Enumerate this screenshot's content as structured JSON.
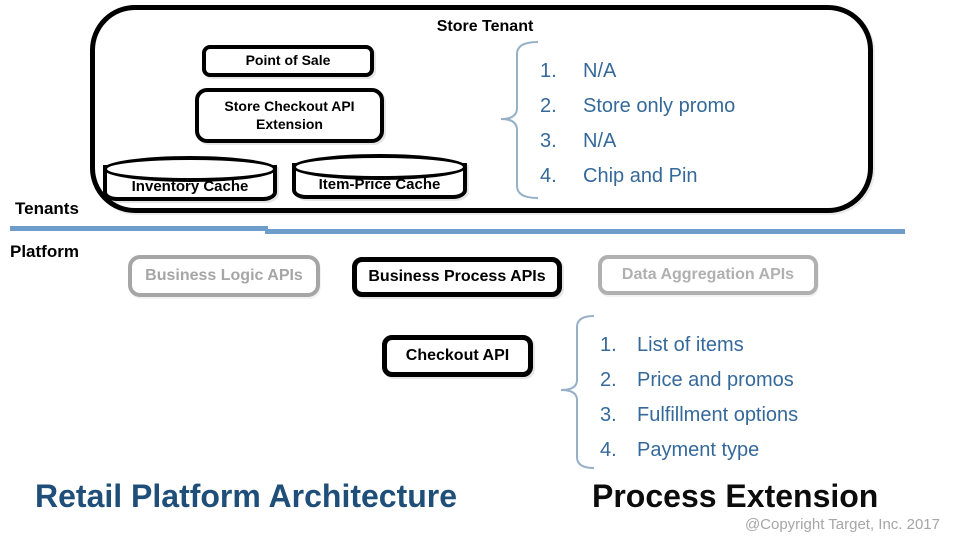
{
  "colors": {
    "accent_blue": "#6E9DCB",
    "list_blue": "#35699A",
    "title_blue": "#1F4E79",
    "gray": "#A6A6A6",
    "light_gray": "#B0B0B0",
    "brace_blue": "#96B0C7"
  },
  "tenant": {
    "container_label": "Store Tenant",
    "point_of_sale": "Point of Sale",
    "store_checkout_extension": "Store Checkout API Extension",
    "inventory_cache": "Inventory Cache",
    "item_price_cache": "Item-Price Cache"
  },
  "labels": {
    "tenants": "Tenants",
    "platform": "Platform"
  },
  "platform": {
    "business_logic": "Business Logic APIs",
    "business_process": "Business Process APIs",
    "data_aggregation": "Data Aggregation APIs",
    "checkout_api": "Checkout API"
  },
  "top_list": {
    "items": [
      {
        "num": "1.",
        "text": "N/A"
      },
      {
        "num": "2.",
        "text": "Store only promo"
      },
      {
        "num": "3.",
        "text": "N/A"
      },
      {
        "num": "4.",
        "text": "Chip and Pin"
      }
    ]
  },
  "bottom_list": {
    "items": [
      {
        "num": "1.",
        "text": "List of items"
      },
      {
        "num": "2.",
        "text": "Price and promos"
      },
      {
        "num": "3.",
        "text": "Fulfillment options"
      },
      {
        "num": "4.",
        "text": "Payment type"
      }
    ]
  },
  "footer": {
    "title": "Retail Platform Architecture",
    "subtitle": "Process Extension",
    "copyright": "@Copyright Target, Inc. 2017"
  }
}
